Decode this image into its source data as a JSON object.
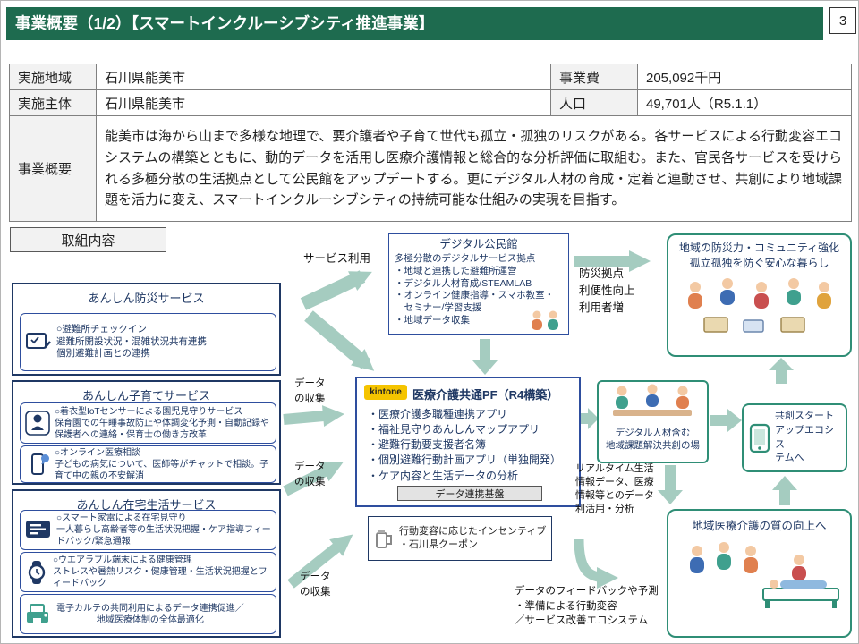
{
  "header": {
    "title": "事業概要（1/2）【スマートインクルーシブシティ推進事業】",
    "page_number": "3"
  },
  "table": {
    "region_label": "実施地域",
    "region_value": "石川県能美市",
    "cost_label": "事業費",
    "cost_value": "205,092千円",
    "operator_label": "実施主体",
    "operator_value": "石川県能美市",
    "pop_label": "人口",
    "pop_value": "49,701人（R5.1.1）",
    "overview_label": "事業概要",
    "overview_text": "能美市は海から山まで多様な地理で、要介護者や子育て世代も孤立・孤独のリスクがある。各サービスによる行動変容エコシステムの構築とともに、動的データを活用し医療介護情報と総合的な分析評価に取組む。また、官民各サービスを受けられる多極分散の生活拠点として公民館をアップデートする。更にデジタル人材の育成・定着と連動させ、共創により地域課題を活力に変え、スマートインクルーシブシティの持続可能な仕組みの実現を目指す。"
  },
  "section_label": "取組内容",
  "groups": {
    "bousai": {
      "title": "あんしん防災サービス",
      "item1": "○避難所チェックイン\n避難所開設状況・混雑状況共有連携\n個別避難計画との連携"
    },
    "kosodate": {
      "title": "あんしん子育てサービス",
      "item1": "○着衣型IoTセンサーによる園児見守りサービス\n保育園での午睡事故防止や体調変化予測・自動記録や保護者への連絡・保育士の働き方改革",
      "item2": "○オンライン医療相談\n子どもの病気について、医師等がチャットで相談。子育て中の親の不安解消"
    },
    "zaitaku": {
      "title": "あんしん在宅生活サービス",
      "item1": "○スマート家電による在宅見守り\n一人暮らし高齢者等の生活状況把握・ケア指導フィードバック/緊急通報",
      "item2": "○ウエアラブル端末による健康管理\nストレスや暑熱リスク・健康管理・生活状況把握とフィードバック",
      "item3": "電子カルテの共同利用によるデータ連携促進／\n地域医療体制の全体最適化"
    }
  },
  "center": {
    "kominkan_title": "デジタル公民館",
    "kominkan_body": "多極分散のデジタルサービス拠点\n・地域と連携した避難所運営\n・デジタル人材育成/STEAMLAB\n・オンライン健康指導・スマホ教室・\n　セミナー/学習支援\n・地域データ収集",
    "pf_logo": "kintone",
    "pf_title": "医療介護共通PF（R4構築）",
    "pf_items": "・医療介護多職種連携アプリ\n・福祉見守りあんしんマップアプリ\n・避難行動要支援者名簿\n・個別避難行動計画アプリ（単独開発）\n・ケア内容と生活データの分析",
    "pf_base": "データ連携基盤",
    "incentive": "行動変容に応じたインセンティブ\n・石川県クーポン"
  },
  "right": {
    "outcome_bousai": "地域の防災力・コミュニティ強化\n孤立孤独を防ぐ安心な暮らし",
    "jinzai": "デジタル人材含む\n地域課題解決共創の場",
    "kyousou": "共創スタート\nアップエコシス\nテムへ",
    "outcome_iryou": "地域医療介護の質の向上へ"
  },
  "labels": {
    "service_use": "サービス利用",
    "data_collect": "データ\nの収集",
    "bousai_effect": "防災拠点\n利便性向上\n利用者増",
    "realtime": "リアルタイム生活\n情報データ、医療\n情報等とのデータ\n利活用・分析",
    "feedback": "データのフィードバックや予測\n・準備による行動変容\n／サービス改善エコシステム"
  },
  "colors": {
    "header_green": "#1E6B4F",
    "navy": "#1F3864",
    "teal": "#2F8E76",
    "arrow": "#A5CCC0",
    "kintone_yellow": "#F5C400"
  }
}
